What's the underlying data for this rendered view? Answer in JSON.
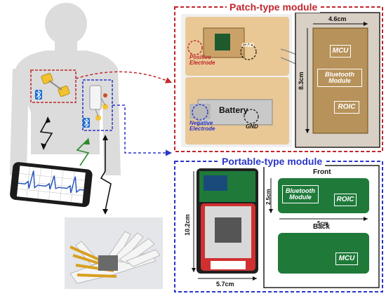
{
  "patch_module": {
    "title": "Patch-type module",
    "positive_electrode": "Positive Electrode",
    "gnd_top": "GND",
    "battery": "Battery",
    "negative_electrode": "Negative Electrode",
    "gnd_bottom": "GND",
    "width_dim": "4.6cm",
    "height_dim": "8.3cm",
    "chip_mcu": "MCU",
    "chip_bluetooth": "Bluetooth Module",
    "chip_roic": "ROIC"
  },
  "portable_module": {
    "title": "Portable-type module",
    "front": "Front",
    "back": "Back",
    "height_dim": "10.2cm",
    "width_dim": "5.7cm",
    "board_height_dim": "2.5cm",
    "board_width_dim": "5cm",
    "chip_bluetooth": "Bluetooth Module",
    "chip_roic": "ROIC",
    "chip_mcu": "MCU"
  },
  "colors": {
    "patch_frame": "#c0272d",
    "portable_frame": "#2b35c8",
    "pcb_green": "#1f7a3a",
    "electrode_yellow": "#f2c230"
  },
  "icons": [
    "bluetooth-icon",
    "wireless-signal-icon",
    "smartphone-icon",
    "robotic-hand-icon"
  ]
}
